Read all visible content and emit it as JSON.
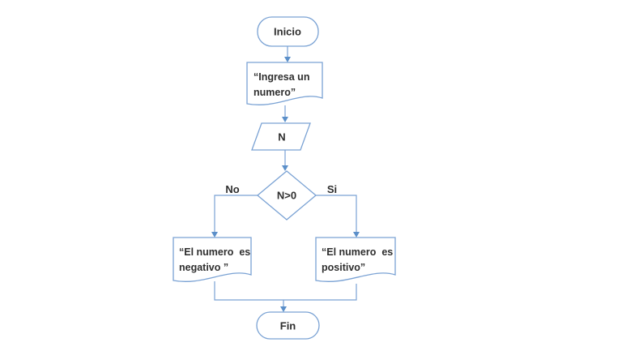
{
  "diagram": {
    "type": "flowchart",
    "language": "es",
    "colors": {
      "background": "#ffffff",
      "shape_stroke": "#7aa2d4",
      "arrowhead": "#5b8fc9",
      "text": "#2e2e2e"
    },
    "nodes": {
      "start": {
        "shape": "terminator",
        "label": "Inicio"
      },
      "input_prompt": {
        "shape": "document",
        "lines": [
          "“Ingresa un",
          "numero”"
        ]
      },
      "read_n": {
        "shape": "parallelogram",
        "label": "N"
      },
      "decision": {
        "shape": "decision",
        "label": "N>0"
      },
      "negative_output": {
        "shape": "document",
        "lines": [
          "“El numero  es",
          "negativo ”"
        ]
      },
      "positive_output": {
        "shape": "document",
        "lines": [
          "“El numero  es",
          "positivo”"
        ]
      },
      "end": {
        "shape": "terminator",
        "label": "Fin"
      }
    },
    "edge_labels": {
      "no": "No",
      "si": "Si"
    }
  }
}
